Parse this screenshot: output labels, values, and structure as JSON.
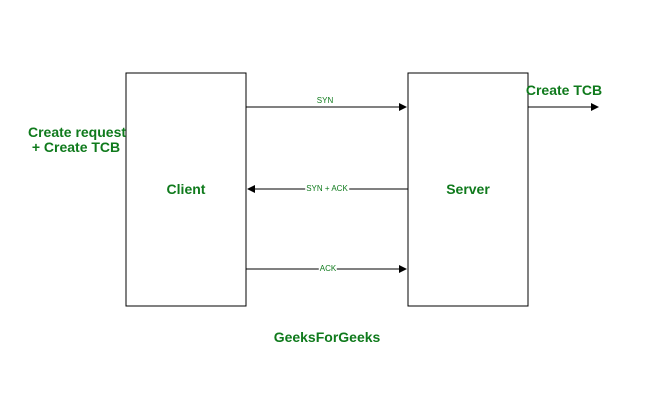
{
  "diagram": {
    "client_label": "Client",
    "server_label": "Server",
    "client_note_line1": "Create request",
    "client_note_line2": "+ Create TCB",
    "server_note": "Create TCB",
    "messages": [
      {
        "label": "SYN",
        "direction": "client-to-server"
      },
      {
        "label": "SYN + ACK",
        "direction": "server-to-client"
      },
      {
        "label": "ACK",
        "direction": "client-to-server"
      }
    ],
    "watermark": "GeeksForGeeks"
  },
  "colors": {
    "label_green": "#0f7a1c",
    "line": "#000000",
    "background": "#ffffff"
  }
}
